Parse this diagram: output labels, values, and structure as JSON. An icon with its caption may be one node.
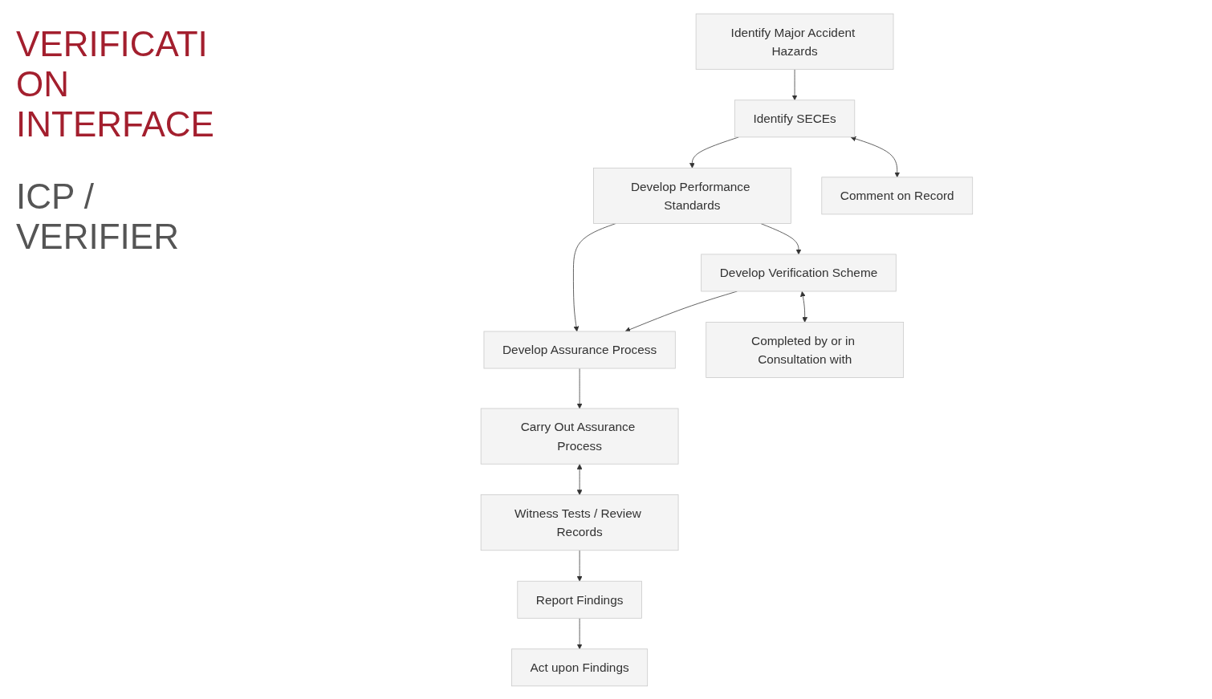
{
  "diagram": {
    "nodes": [
      {
        "text": [
          "Identify Major Accident Hazards"
        ]
      },
      {
        "text": [
          "Identify SECEs"
        ]
      },
      {
        "text": [
          "Develop Performance Standards"
        ]
      },
      {
        "text": [
          "Develop Verification Scheme"
        ]
      },
      {
        "text": [
          "Develop Assurance Process"
        ]
      },
      {
        "text": [
          "Carry Out Assurance Process"
        ]
      },
      {
        "text": [
          "Act upon Findings"
        ]
      },
      {
        "text": [
          "Comment on Record"
        ]
      },
      {
        "text": [
          "Completed by or in Consultation with"
        ]
      },
      {
        "text": [
          "Witness Tests / Review Records"
        ]
      },
      {
        "text": [
          "Report Findings"
        ]
      }
    ],
    "edges": [
      {
        "from": 0,
        "to": 1,
        "arrow": "to"
      },
      {
        "from": 1,
        "to": 7,
        "arrow": "both"
      },
      {
        "from": 1,
        "to": 2,
        "arrow": "to"
      },
      {
        "from": 2,
        "to": 3,
        "arrow": "to"
      },
      {
        "from": 2,
        "to": 4,
        "arrow": "to"
      },
      {
        "from": 3,
        "to": 4,
        "arrow": "to"
      },
      {
        "from": 3,
        "to": 8,
        "arrow": "both"
      },
      {
        "from": 4,
        "to": 5,
        "arrow": "to"
      },
      {
        "from": 5,
        "to": 9,
        "arrow": "both"
      },
      {
        "from": 9,
        "to": 10,
        "arrow": "to"
      },
      {
        "from": 10,
        "to": 6,
        "arrow": "to"
      }
    ],
    "labels": [
      "VERIFICATI ON INTERFACE",
      "ICP / VERIFIER"
    ]
  }
}
